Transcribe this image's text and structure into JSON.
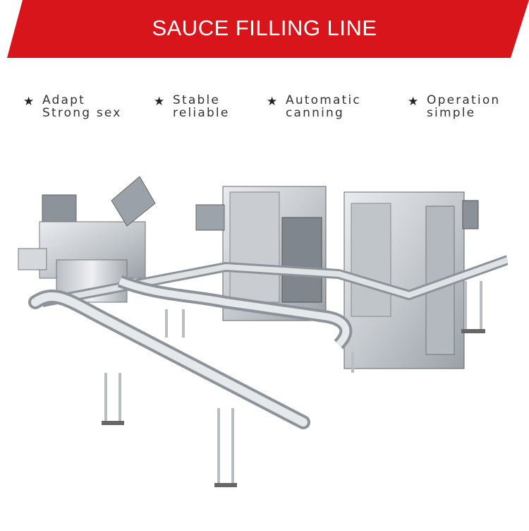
{
  "banner": {
    "title": "SAUCE FILLING LINE",
    "color": "#d9151c"
  },
  "features": [
    {
      "icon": "star-icon",
      "text": "Adapt\nStrong sex"
    },
    {
      "icon": "star-icon",
      "text": "Stable\nreliable"
    },
    {
      "icon": "star-icon",
      "text": "Automatic\ncanning"
    },
    {
      "icon": "star-icon",
      "text": "Operation\nsimple"
    }
  ]
}
